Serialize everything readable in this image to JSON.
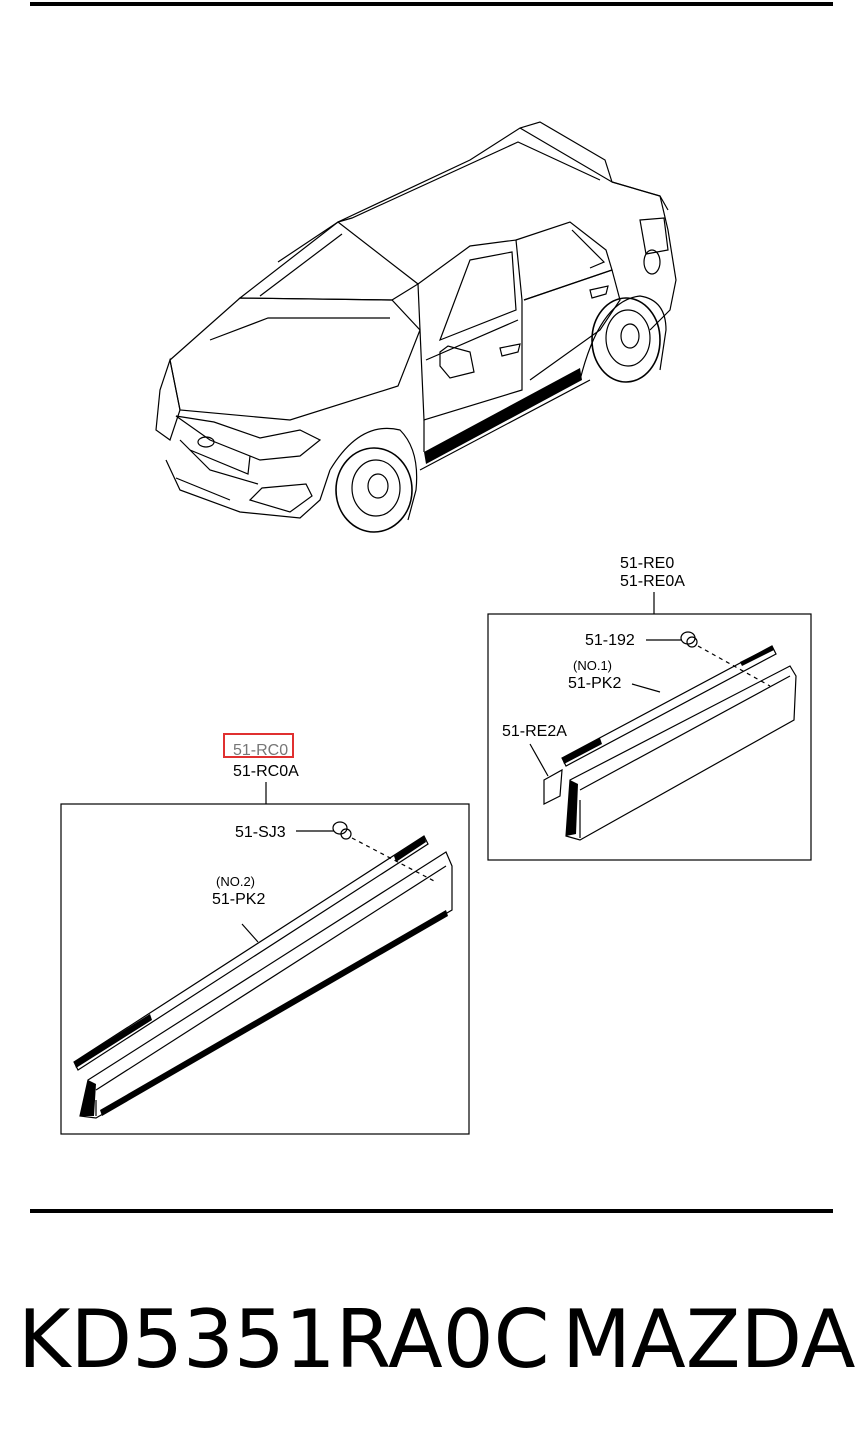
{
  "diagram": {
    "right_group": {
      "header_line1": "51-RE0",
      "header_line2": "51-RE0A",
      "clip_label": "51-192",
      "molding_note": "(NO.1)",
      "molding_label": "51-PK2",
      "patch_label": "51-RE2A"
    },
    "left_group": {
      "header_line1": "51-RC0",
      "header_line2": "51-RC0A",
      "clip_label": "51-SJ3",
      "molding_note": "(NO.2)",
      "molding_label": "51-PK2"
    },
    "highlight_color": "#e03030"
  },
  "footer": {
    "part_number": "KD5351RA0C",
    "brand": "MAZDA"
  }
}
